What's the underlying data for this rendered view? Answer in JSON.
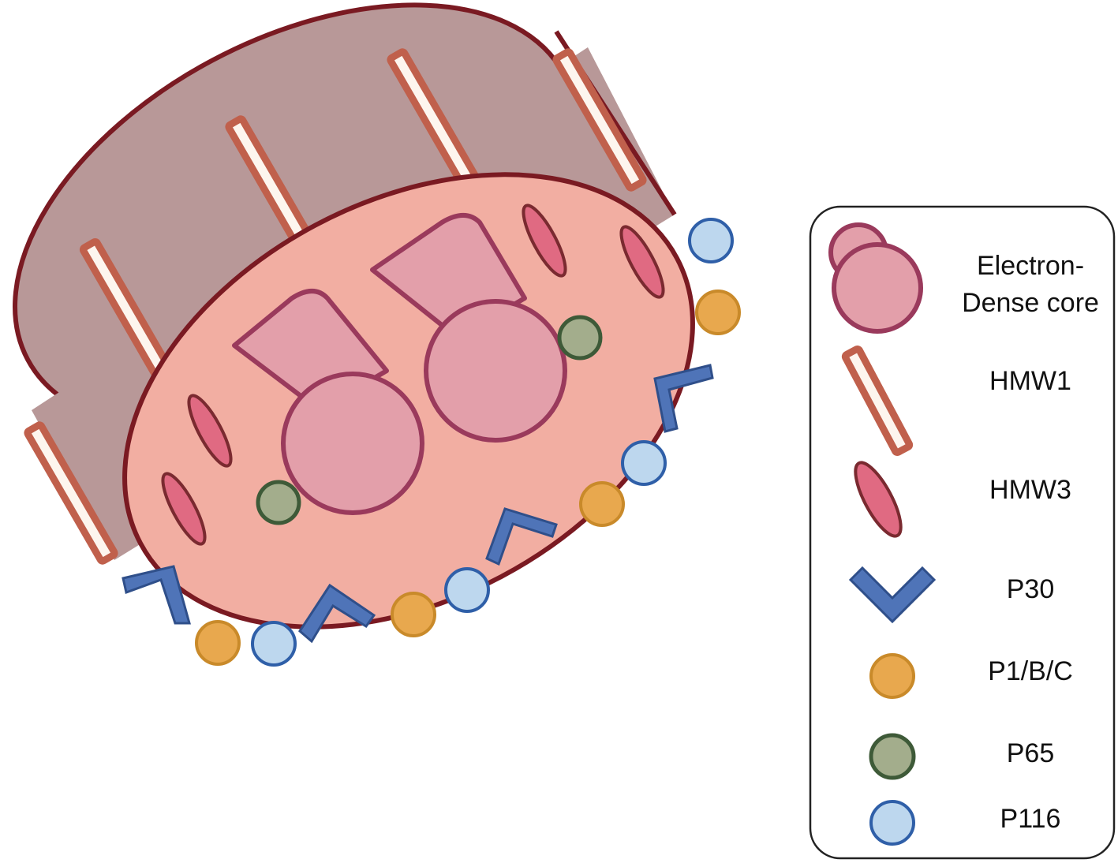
{
  "legend": {
    "items": [
      {
        "id": "electron-dense-core",
        "label_lines": [
          "Electron-",
          "Dense core"
        ]
      },
      {
        "id": "hmw1",
        "label": "HMW1"
      },
      {
        "id": "hmw3",
        "label": "HMW3"
      },
      {
        "id": "p30",
        "label": "P30"
      },
      {
        "id": "p1bc",
        "label": "P1/B/C"
      },
      {
        "id": "p65",
        "label": "P65"
      },
      {
        "id": "p116",
        "label": "P116"
      }
    ]
  },
  "colors": {
    "cylinder_body": "#b89898",
    "cylinder_outline": "#7a1a22",
    "front_face": "#f2aea2",
    "core_fill": "#e39faa",
    "core_outline": "#9a3a5c",
    "hmw1_fill": "#fdf5ee",
    "hmw1_outline": "#c0604c",
    "hmw3_fill": "#e06a82",
    "hmw3_outline": "#7a2a30",
    "p30_fill": "#4f74b8",
    "p30_outline": "#2f4f8a",
    "p1bc_fill": "#e8a84e",
    "p1bc_outline": "#c98a2a",
    "p65_fill": "#a3ad8c",
    "p65_outline": "#3e5a38",
    "p116_fill": "#bdd7ee",
    "p116_outline": "#2f5fa8"
  }
}
